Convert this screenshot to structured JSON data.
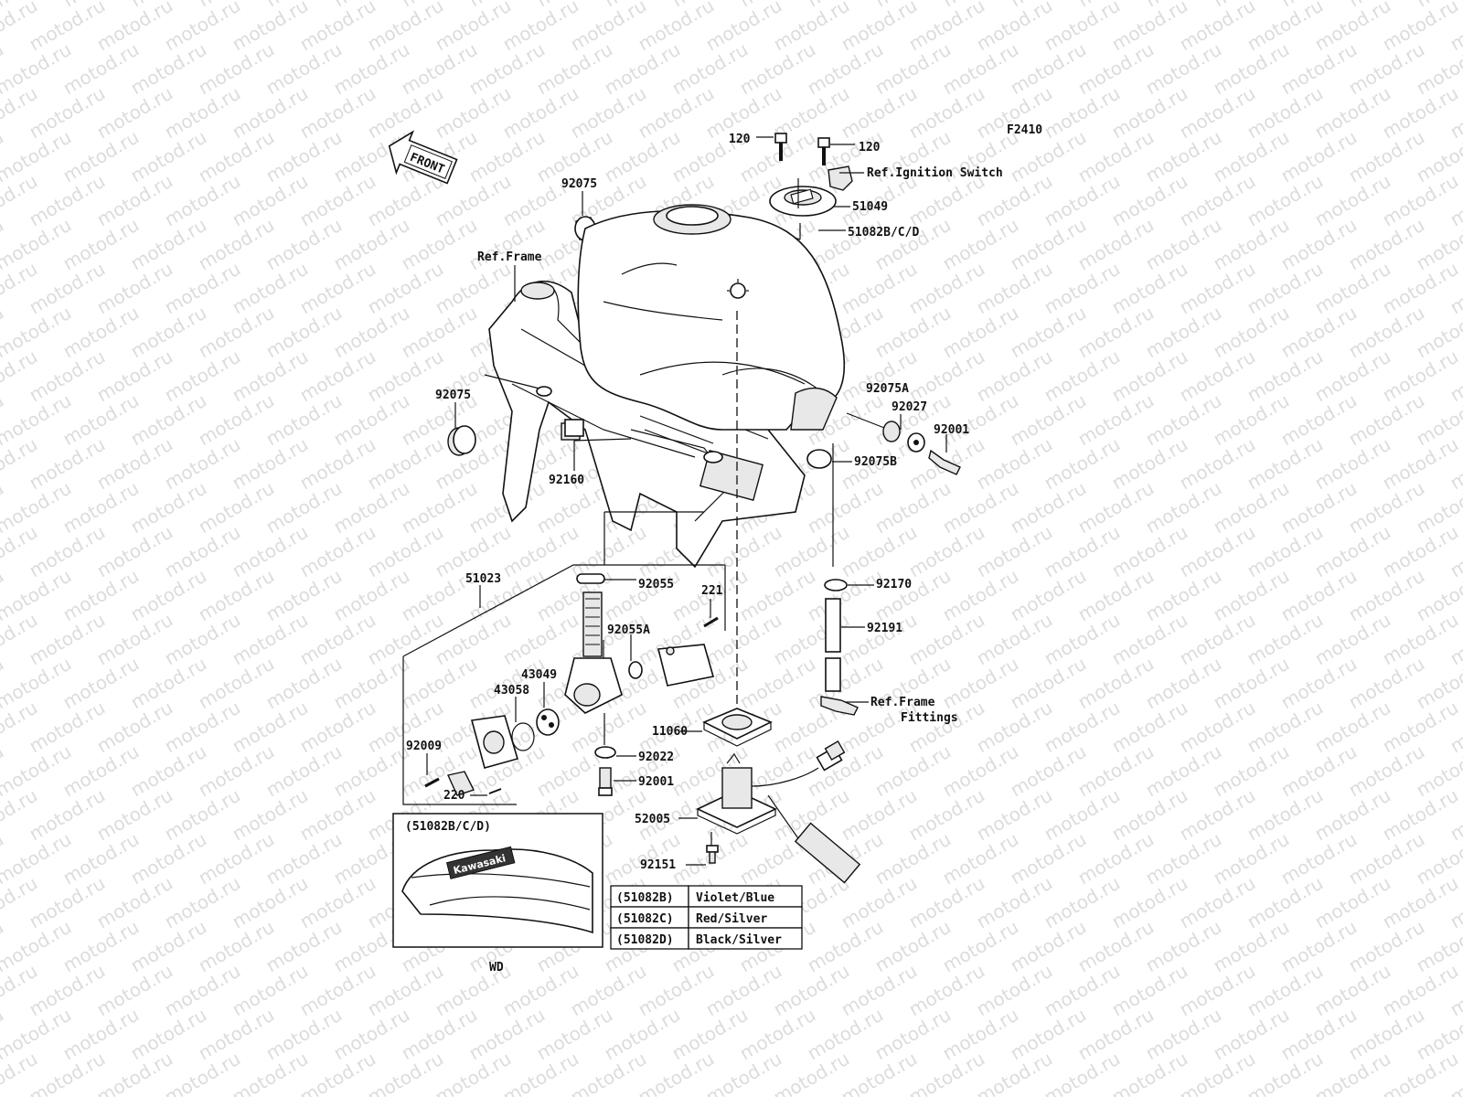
{
  "diagram_code": "F2410",
  "watermark_text": "motod.ru",
  "front_arrow_label": "FRONT",
  "parts": {
    "p120a": "120",
    "p120b": "120",
    "ref_ignition": "Ref.Ignition Switch",
    "p51049": "51049",
    "p92075_top": "92075",
    "ref_frame_top": "Ref.Frame",
    "p51082": "51082B/C/D",
    "p92075_left": "92075",
    "p92075A": "92075A",
    "p92027": "92027",
    "p92001_right": "92001",
    "p92075B": "92075B",
    "p92160": "92160",
    "p51023": "51023",
    "p92055": "92055",
    "p221": "221",
    "p92055A": "92055A",
    "p43049": "43049",
    "p43058": "43058",
    "p92170": "92170",
    "p92191": "92191",
    "ref_frame_fittings_1": "Ref.Frame",
    "ref_frame_fittings_2": "Fittings",
    "p11060": "11060",
    "p92009": "92009",
    "p92022": "92022",
    "p92001_bottom": "92001",
    "p220": "220",
    "p52005": "52005",
    "p92151": "92151"
  },
  "inset": {
    "title": "(51082B/C/D)",
    "logo_text": "Kawasaki",
    "caption": "WD"
  },
  "color_table": [
    {
      "code": "(51082B)",
      "color": "Violet/Blue"
    },
    {
      "code": "(51082C)",
      "color": "Red/Silver"
    },
    {
      "code": "(51082D)",
      "color": "Black/Silver"
    }
  ]
}
